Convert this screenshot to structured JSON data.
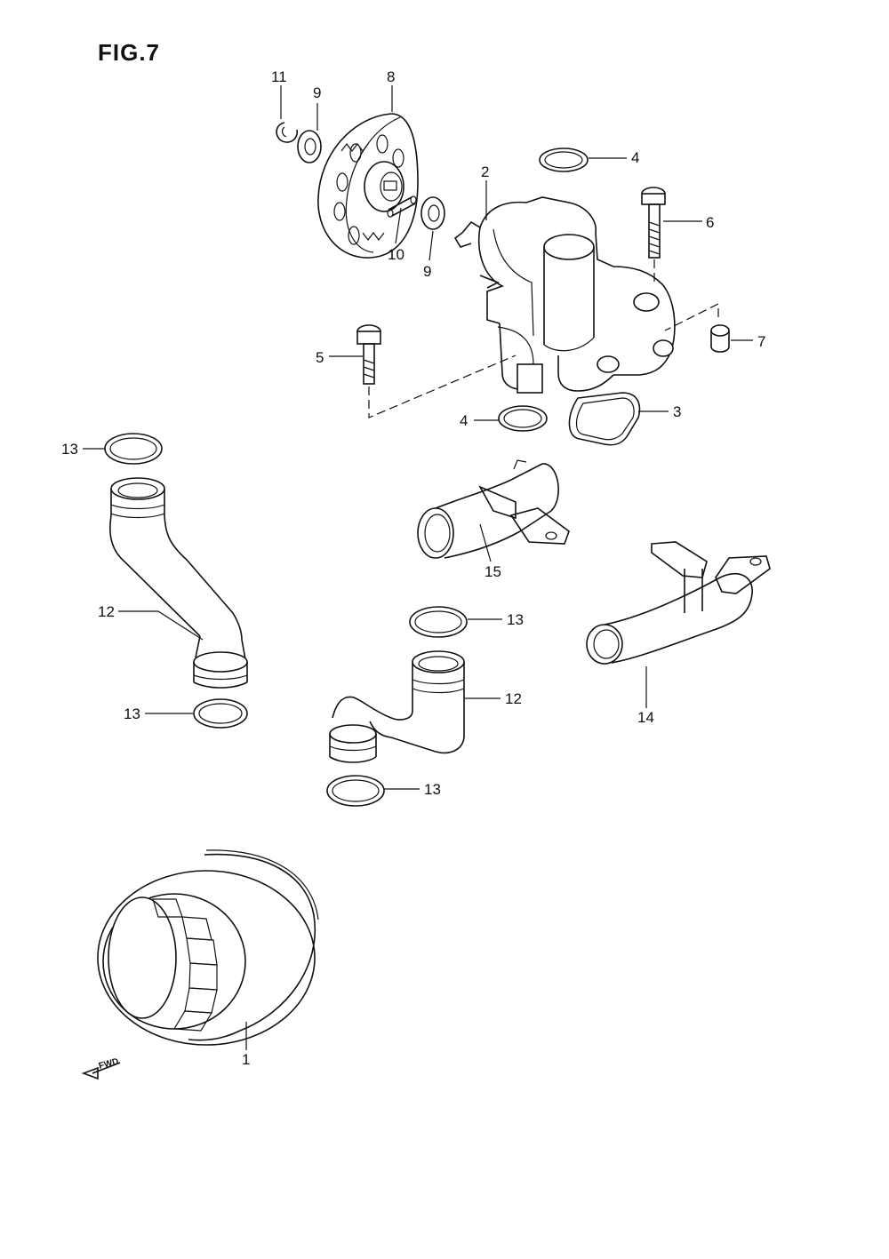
{
  "figure": {
    "title": "FIG.7"
  },
  "callouts": [
    {
      "id": "c11",
      "label": "11"
    },
    {
      "id": "c9a",
      "label": "9"
    },
    {
      "id": "c8",
      "label": "8"
    },
    {
      "id": "c4a",
      "label": "4"
    },
    {
      "id": "c2",
      "label": "2"
    },
    {
      "id": "c6",
      "label": "6"
    },
    {
      "id": "c10",
      "label": "10"
    },
    {
      "id": "c9b",
      "label": "9"
    },
    {
      "id": "c7",
      "label": "7"
    },
    {
      "id": "c5",
      "label": "5"
    },
    {
      "id": "c4b",
      "label": "4"
    },
    {
      "id": "c3",
      "label": "3"
    },
    {
      "id": "c13a",
      "label": "13"
    },
    {
      "id": "c15",
      "label": "15"
    },
    {
      "id": "c12a",
      "label": "12"
    },
    {
      "id": "c13b",
      "label": "13"
    },
    {
      "id": "c14",
      "label": "14"
    },
    {
      "id": "c13c",
      "label": "13"
    },
    {
      "id": "c12b",
      "label": "12"
    },
    {
      "id": "c13d",
      "label": "13"
    },
    {
      "id": "c1",
      "label": "1"
    }
  ],
  "direction_marker": {
    "text": "FWD"
  }
}
